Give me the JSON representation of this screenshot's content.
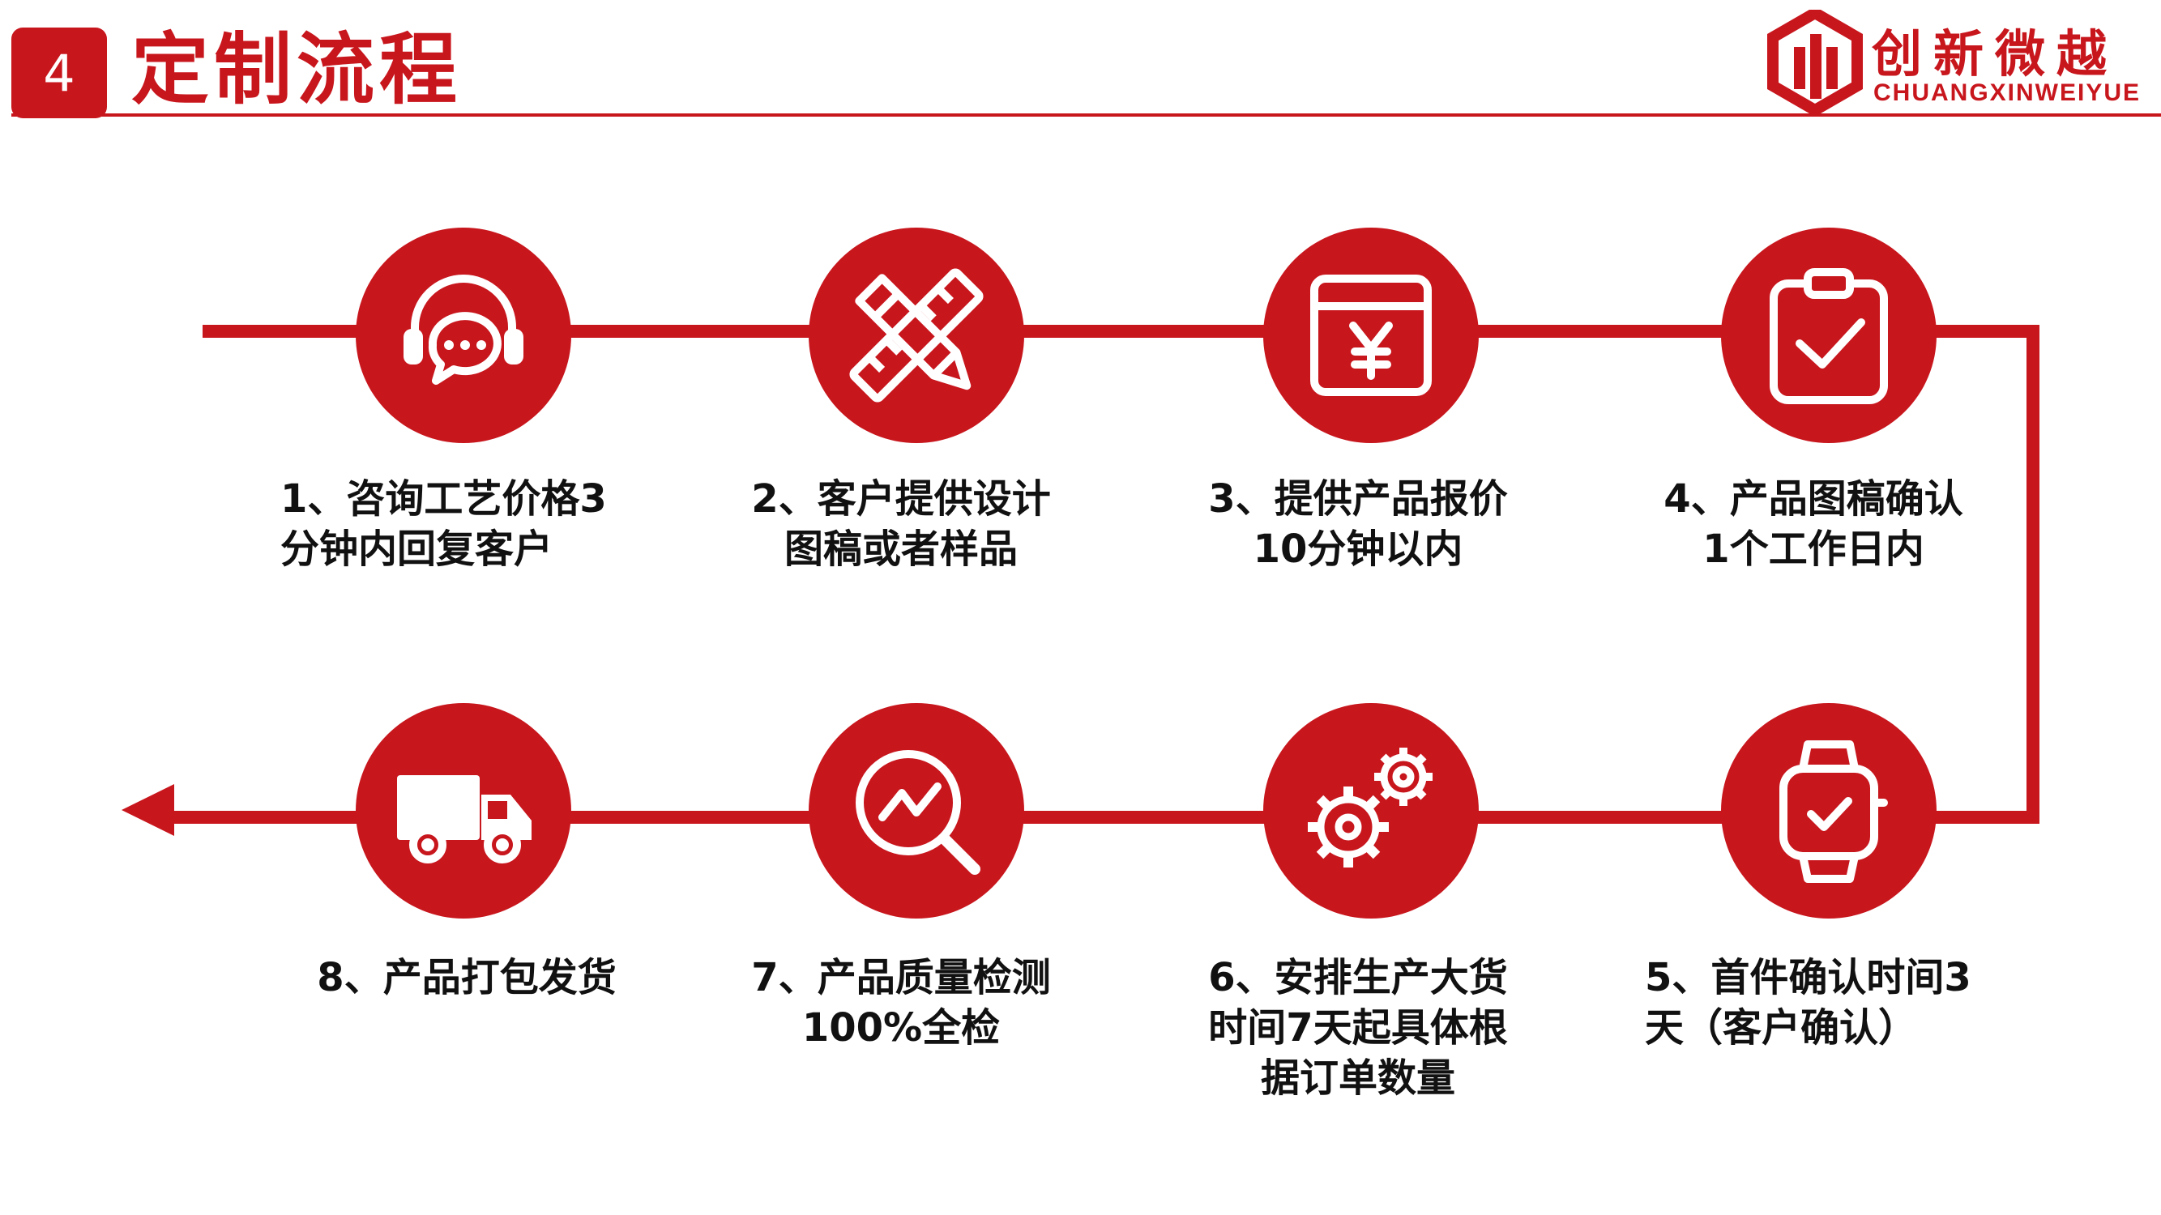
{
  "header": {
    "number": "4",
    "title": "定制流程"
  },
  "logo": {
    "cn": "创新微越",
    "en": "CHUANGXINWEIYUE"
  },
  "steps": [
    {
      "icon": "headset-chat-icon",
      "line1": "1、咨询工艺价格3",
      "line2": "分钟内回复客户",
      "line3": ""
    },
    {
      "icon": "pencil-ruler-icon",
      "line1": "2、客户提供设计",
      "line2": "图稿或者样品",
      "line3": ""
    },
    {
      "icon": "yuen-envelope-icon",
      "line1": "3、提供产品报价",
      "line2": "10分钟以内",
      "line3": ""
    },
    {
      "icon": "clipboard-check-icon",
      "line1": "4、产品图稿确认",
      "line2": "1个工作日内",
      "line3": ""
    },
    {
      "icon": "smartwatch-check-icon",
      "line1": "5、首件确认时间3",
      "line2": "天（客户确认）",
      "line3": ""
    },
    {
      "icon": "gears-icon",
      "line1": "6、安排生产大货",
      "line2": "时间7天起具体根",
      "line3": "据订单数量"
    },
    {
      "icon": "magnifier-chart-icon",
      "line1": "7、产品质量检测",
      "line2": "100%全检",
      "line3": ""
    },
    {
      "icon": "delivery-truck-icon",
      "line1": "8、产品打包发货",
      "line2": "",
      "line3": ""
    }
  ],
  "colors": {
    "accent": "#c8161d",
    "text": "#111111"
  }
}
